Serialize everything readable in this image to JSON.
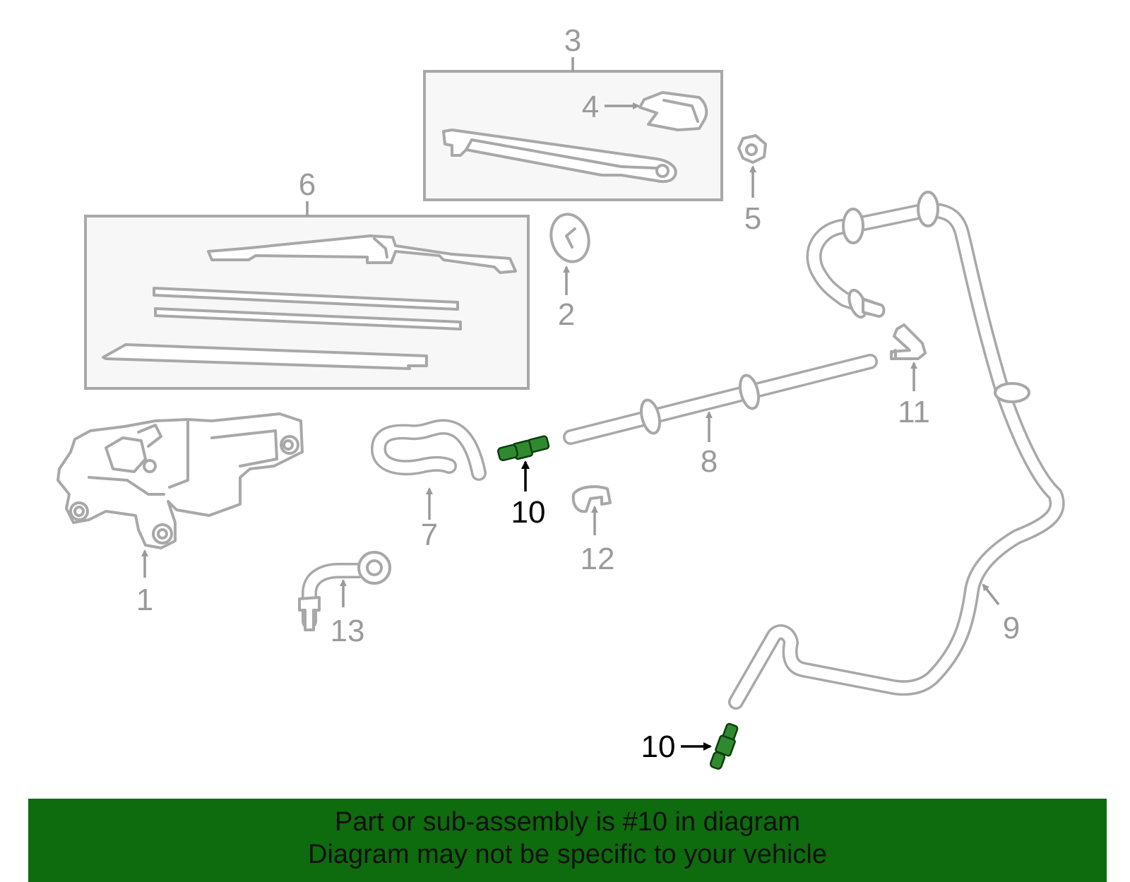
{
  "callouts": [
    {
      "id": "c1",
      "text": "1",
      "highlight": false
    },
    {
      "id": "c2",
      "text": "2",
      "highlight": false
    },
    {
      "id": "c3",
      "text": "3",
      "highlight": false
    },
    {
      "id": "c4",
      "text": "4",
      "highlight": false
    },
    {
      "id": "c5",
      "text": "5",
      "highlight": false
    },
    {
      "id": "c6",
      "text": "6",
      "highlight": false
    },
    {
      "id": "c7",
      "text": "7",
      "highlight": false
    },
    {
      "id": "c8",
      "text": "8",
      "highlight": false
    },
    {
      "id": "c9",
      "text": "9",
      "highlight": false
    },
    {
      "id": "c10a",
      "text": "10",
      "highlight": true
    },
    {
      "id": "c10b",
      "text": "10",
      "highlight": true
    },
    {
      "id": "c11",
      "text": "11",
      "highlight": false
    },
    {
      "id": "c12",
      "text": "12",
      "highlight": false
    },
    {
      "id": "c13",
      "text": "13",
      "highlight": false
    }
  ],
  "banner": {
    "line1": "Part or sub-assembly is #10 in diagram",
    "line2": "Diagram may not be specific to your vehicle"
  },
  "colors": {
    "banner_bg": "#0e6b0e",
    "highlight_part": "#2f8a2f",
    "part_stroke": "#a8a8a8",
    "label": "#9a9a9a"
  }
}
